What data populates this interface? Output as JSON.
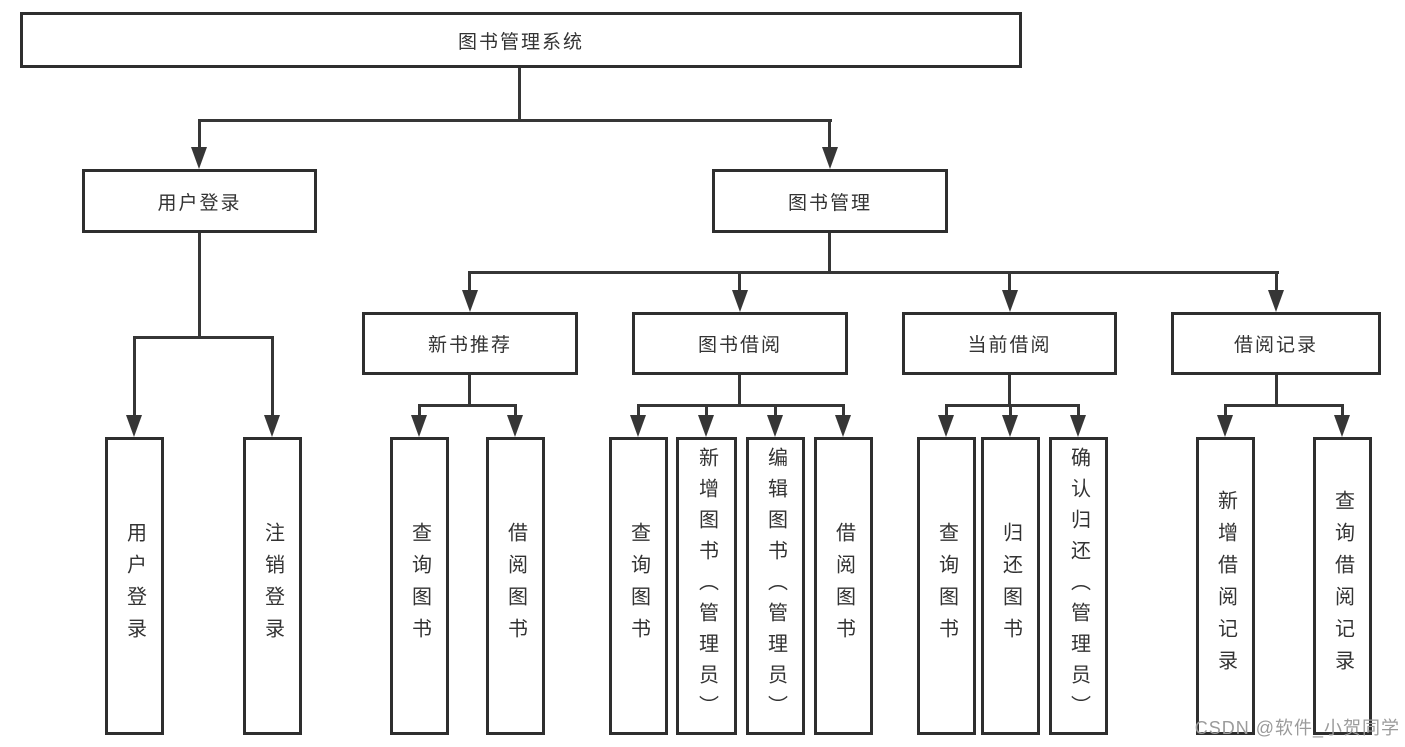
{
  "tree": {
    "root": {
      "label": "图书管理系统",
      "children": [
        {
          "label": "用户登录",
          "children": [
            {
              "label": "用户登录"
            },
            {
              "label": "注销登录"
            }
          ]
        },
        {
          "label": "图书管理",
          "children": [
            {
              "label": "新书推荐",
              "children": [
                {
                  "label": "查询图书"
                },
                {
                  "label": "借阅图书"
                }
              ]
            },
            {
              "label": "图书借阅",
              "children": [
                {
                  "label": "查询图书"
                },
                {
                  "label": "新增图书（管理员）"
                },
                {
                  "label": "编辑图书（管理员）"
                },
                {
                  "label": "借阅图书"
                }
              ]
            },
            {
              "label": "当前借阅",
              "children": [
                {
                  "label": "查询图书"
                },
                {
                  "label": "归还图书"
                },
                {
                  "label": "确认归还（管理员）"
                }
              ]
            },
            {
              "label": "借阅记录",
              "children": [
                {
                  "label": "新增借阅记录"
                },
                {
                  "label": "查询借阅记录"
                }
              ]
            }
          ]
        }
      ]
    }
  },
  "watermark": {
    "text": "CSDN @软件_小贺同学"
  },
  "colors": {
    "line": "#363636",
    "box_border": "#2e2e2e",
    "text": "#333333",
    "watermark": "#9b9b9b",
    "background": "#ffffff"
  }
}
